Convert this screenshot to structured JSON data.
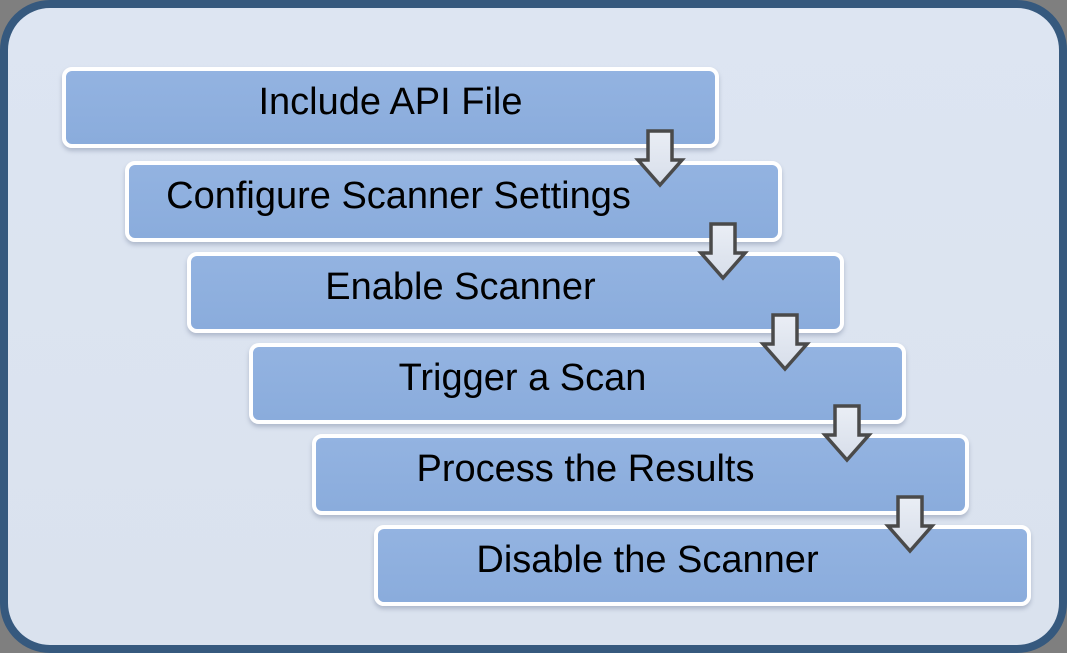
{
  "diagram": {
    "type": "process-flow",
    "description": "Cascading step-down process diagram with connector arrows"
  },
  "steps": [
    {
      "label": "Include API File"
    },
    {
      "label": "Configure Scanner Settings"
    },
    {
      "label": "Enable Scanner"
    },
    {
      "label": "Trigger a Scan"
    },
    {
      "label": "Process the Results"
    },
    {
      "label": "Disable the Scanner"
    }
  ],
  "connector_icon": "down-arrow",
  "colors": {
    "outer_background": "#7F7F7F",
    "frame_border": "#36597E",
    "panel_fill_top": "#DDE5F2",
    "panel_fill_bottom": "#DAE2EE",
    "step_fill_top": "#93B3E1",
    "step_fill_bottom": "#8AACDC",
    "step_border": "#FFFFFF",
    "step_text": "#000000",
    "arrow_fill_top": "#EAEEF5",
    "arrow_fill_bottom": "#D7DEEA",
    "arrow_outline": "#4A4A4A"
  }
}
